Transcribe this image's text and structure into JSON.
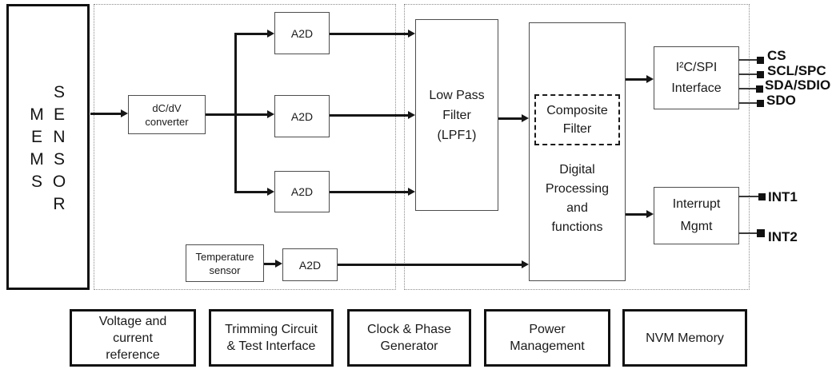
{
  "mems": {
    "col1": "M\nE\nM\nS",
    "col2": "S\nE\nN\nS\nO\nR"
  },
  "blocks": {
    "dcdv": "dC/dV\nconverter",
    "a2d_top": "A2D",
    "a2d_mid": "A2D",
    "a2d_bottom": "A2D",
    "temp_sensor": "Temperature\nsensor",
    "a2d_temp": "A2D",
    "lpf": "Low Pass\nFilter\n(LPF1)",
    "composite_filter": "Composite\nFilter",
    "digital_processing": "Digital\nProcessing\nand\nfunctions",
    "i2c_spi": "I²C/SPI\nInterface",
    "interrupt_mgmt": "Interrupt\nMgmt"
  },
  "pins": {
    "cs": "CS",
    "scl_spc": "SCL/SPC",
    "sda_sdio": "SDA/SDIO",
    "sdo": "SDO",
    "int1": "INT1",
    "int2": "INT2"
  },
  "bottom_blocks": [
    "Voltage and\ncurrent\nreference",
    "Trimming Circuit\n& Test Interface",
    "Clock & Phase\nGenerator",
    "Power\nManagement",
    "NVM Memory"
  ],
  "colors": {
    "ink": "#1a1a1a",
    "thin_border": "#4d4d4d",
    "container_dots": "#8c8c8c"
  }
}
